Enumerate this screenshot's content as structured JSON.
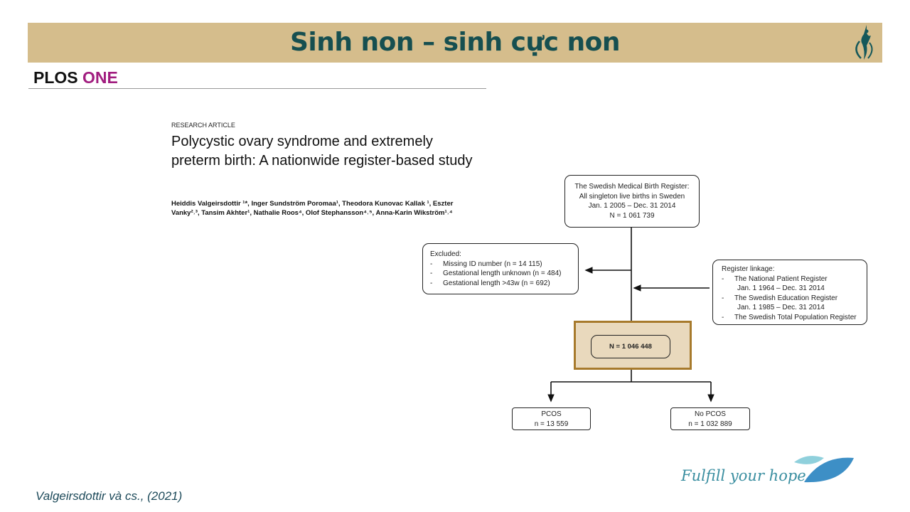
{
  "slide": {
    "title": "Sinh non – sinh cực non",
    "citation": "Valgeirsdottir và cs., (2021)",
    "tagline": "Fulfill your hope"
  },
  "journal": {
    "name_part1": "PLOS",
    "name_part2": "ONE"
  },
  "article": {
    "type": "RESEARCH ARTICLE",
    "title": "Polycystic ovary syndrome and extremely preterm birth: A nationwide register-based study",
    "authors": "Heiddis Valgeirsdottir ¹*, Inger Sundström Poromaa¹, Theodora Kunovac Kallak ¹, Eszter Vanky²˒³, Tansim Akhter¹, Nathalie Roos⁴, Olof Stephansson⁴˒⁵, Anna-Karin Wikström¹˒⁴"
  },
  "flow": {
    "source": [
      "The Swedish Medical Birth Register:",
      "All singleton live births in Sweden",
      "Jan. 1 2005 – Dec. 31 2014",
      "N = 1 061 739"
    ],
    "excluded_title": "Excluded:",
    "excluded": [
      "Missing ID number (n = 14 115)",
      "Gestational length unknown (n = 484)",
      "Gestational length >43w (n = 692)"
    ],
    "linkage_title": "Register linkage:",
    "linkage": [
      "The National Patient Register",
      "Jan. 1 1964 – Dec. 31 2014",
      "The Swedish Education Register",
      "Jan. 1 1985 – Dec. 31 2014",
      "The Swedish Total Population Register"
    ],
    "cohort": "N = 1 046 448",
    "pcos": [
      "PCOS",
      "n = 13 559"
    ],
    "nopcos": [
      "No PCOS",
      "n = 1 032 889"
    ]
  }
}
